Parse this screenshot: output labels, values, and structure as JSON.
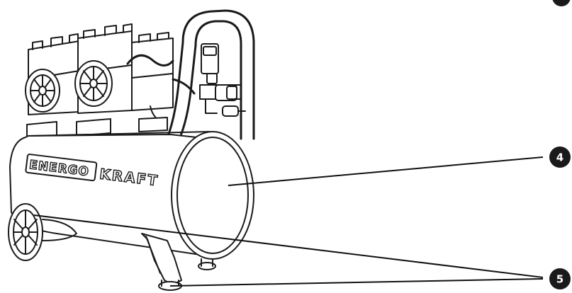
{
  "product": {
    "brand_part1": "ENERGO",
    "brand_part2": "KRAFT"
  },
  "callouts": [
    {
      "number": "4"
    },
    {
      "number": "5"
    }
  ],
  "colors": {
    "line": "#1a1a1a",
    "badge": "#1a1a1a",
    "background": "#ffffff"
  }
}
